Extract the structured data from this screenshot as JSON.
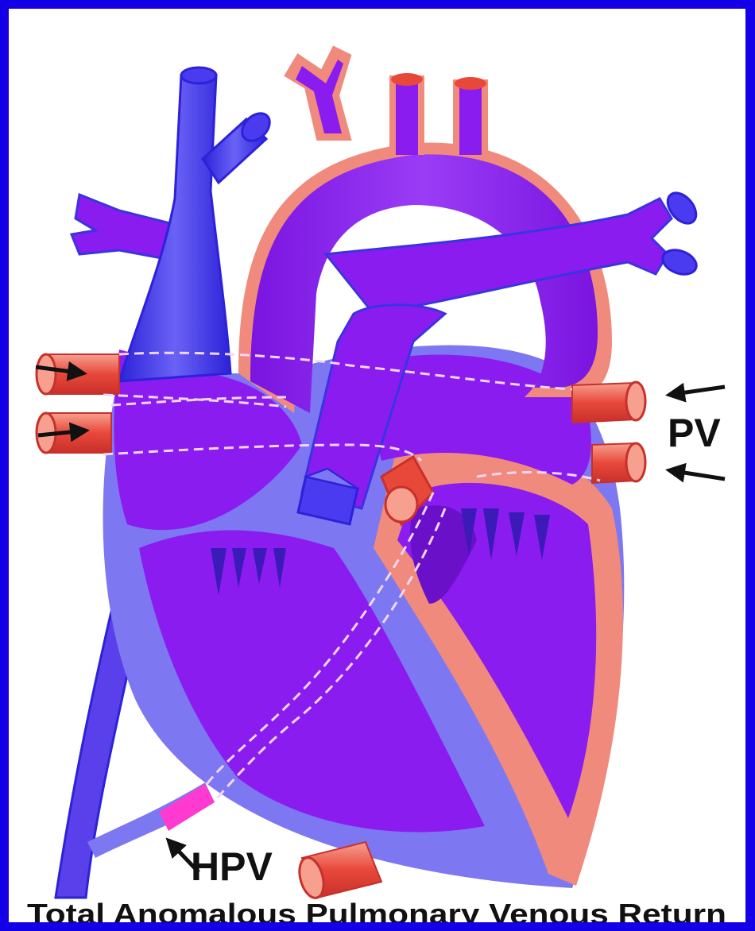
{
  "labels": {
    "pv": "PV",
    "hpv": "HPV",
    "caption": "Total Anomalous Pulmonary Venous Return"
  },
  "colors": {
    "border": "#1400e6",
    "heart_purple": "#8a1cf0",
    "dark_purple": "#6a10c8",
    "light_blue_purple": "#7d78f2",
    "blue_vessel": "#3a34e0",
    "salmon": "#f08a7c",
    "red_vessel": "#e8483a",
    "pink_hpv": "#ff3ad0",
    "dashed_line": "#f2d6f6"
  },
  "icons": {
    "arrow_left": "arrow-left-icon",
    "arrow_right": "arrow-right-icon",
    "arrow_upleft": "arrow-upleft-icon"
  }
}
